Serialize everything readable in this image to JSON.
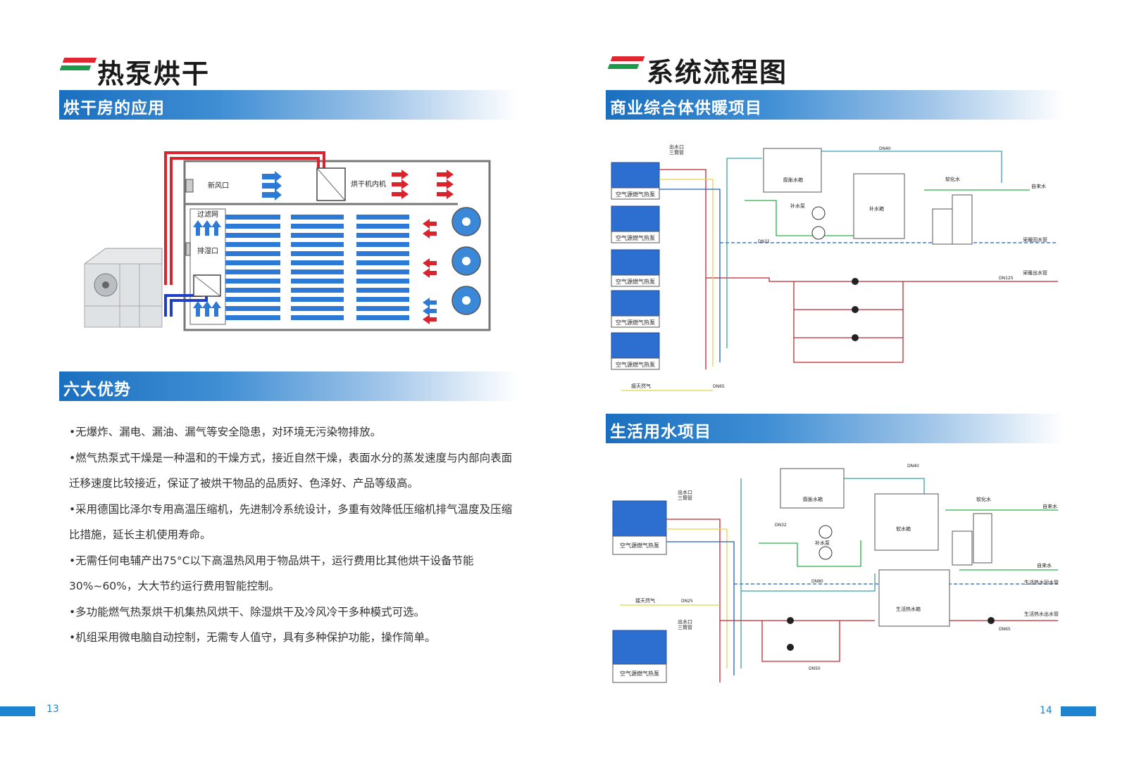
{
  "left": {
    "title": "热泵烘干",
    "section1": "烘干房的应用",
    "section2": "六大优势",
    "diagram": {
      "fresh_air": "新风口",
      "dryer_unit": "烘干机内机",
      "filter": "过滤网",
      "dehumid_port": "排湿口"
    },
    "bullets": [
      "•无爆炸、漏电、漏油、漏气等安全隐患，对环境无污染物排放。",
      "•燃气热泵式干燥是一种温和的干燥方式，接近自然干燥，表面水分的蒸发速度与内部向表面",
      "迁移速度比较接近，保证了被烘干物品的品质好、色泽好、产品等级高。",
      "•采用德国比泽尔专用高温压缩机，先进制冷系统设计，多重有效降低压缩机排气温度及压缩",
      "比措施，延长主机使用寿命。",
      "•无需任何电辅产出75°C以下高温热风用于物品烘干，运行费用比其他烘干设备节能",
      "30%~60%，大大节约运行费用智能控制。",
      "•多功能燃气热泵烘干机集热风烘干、除湿烘干及冷风冷干多种模式可选。",
      "•机组采用微电脑自动控制，无需专人值守，具有多种保护功能，操作简单。"
    ],
    "page": "13"
  },
  "right": {
    "title": "系统流程图",
    "section1": "商业综合体供暖项目",
    "section2": "生活用水项目",
    "d1": {
      "unit": "空气源燃气热泵",
      "outlet": "出水口",
      "tee": "三筒管",
      "expansion": "膨胀水箱",
      "softened": "软化水",
      "supply": "补水箱",
      "pump": "补水泵",
      "tap": "自来水",
      "heat_return": "采暖回水管",
      "heat_out": "采暖出水管",
      "gas": "接天然气",
      "dn40": "DN40",
      "dn32": "DN32",
      "dn125": "DN125",
      "dn65": "DN65"
    },
    "d2": {
      "unit": "空气源燃气热泵",
      "outlet": "出水口",
      "tee": "三筒管",
      "expansion": "膨胀水箱",
      "softened": "软化水",
      "soft_tank": "软水箱",
      "pump": "补水泵",
      "tap": "自来水",
      "hot_tank": "生活热水箱",
      "hot_return": "生活热水回水管",
      "hot_out": "生活热水出水管",
      "gas": "接天然气",
      "dn25": "DN25",
      "dn40": "DN40",
      "dn32": "DN32",
      "dn80": "DN80",
      "dn50": "DN50",
      "dn65": "DN65"
    },
    "page": "14"
  }
}
